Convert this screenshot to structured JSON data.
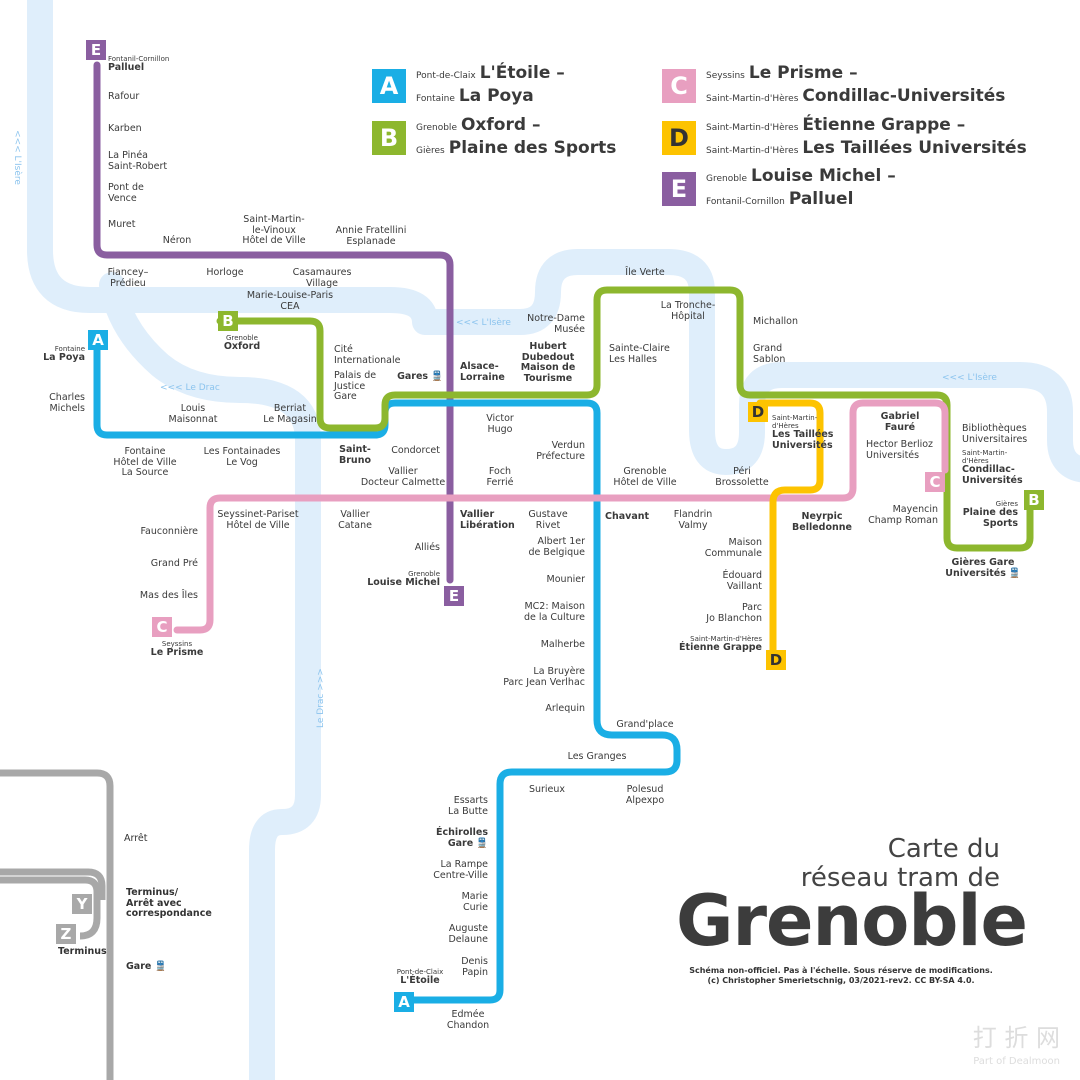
{
  "colors": {
    "A": "#1aaee5",
    "B": "#8db72e",
    "C": "#e89fc0",
    "D": "#fdc300",
    "E": "#8a5ea0",
    "river": "#dfeefb",
    "legend_gray": "#a8a8a8"
  },
  "legend": [
    {
      "letter": "A",
      "from_city": "Pont-de-Claix",
      "from": "L'Étoile –",
      "to_city": "Fontaine",
      "to": "La Poya"
    },
    {
      "letter": "B",
      "from_city": "Grenoble",
      "from": "Oxford –",
      "to_city": "Gières",
      "to": "Plaine des Sports"
    },
    {
      "letter": "C",
      "from_city": "Seyssins",
      "from": "Le Prisme –",
      "to_city": "Saint-Martin-d'Hères",
      "to": "Condillac-Universités"
    },
    {
      "letter": "D",
      "from_city": "Saint-Martin-d'Hères",
      "from": "Étienne Grappe –",
      "to_city": "Saint-Martin-d'Hères",
      "to": "Les Taillées Universités"
    },
    {
      "letter": "E",
      "from_city": "Grenoble",
      "from": "Louise Michel –",
      "to_city": "Fontanil-Cornillon",
      "to": "Palluel"
    }
  ],
  "stations": {
    "palluel": {
      "city": "Fontanil-Cornillon",
      "name": "Palluel"
    },
    "rafour": {
      "name": "Rafour"
    },
    "karben": {
      "name": "Karben"
    },
    "la_pinea": {
      "name": "La Pinéa\nSaint-Robert"
    },
    "pont_de_vence": {
      "name": "Pont de\nVence"
    },
    "muret": {
      "name": "Muret"
    },
    "fiancey": {
      "name": "Fiancey–\nPrédieu"
    },
    "neron": {
      "name": "Néron"
    },
    "horloge": {
      "name": "Horloge"
    },
    "smlv": {
      "name": "Saint-Martin-\nle-Vinoux\nHôtel de Ville"
    },
    "casamaures": {
      "name": "Casamaures\nVillage"
    },
    "annie": {
      "name": "Annie Fratellini\nEsplanade"
    },
    "alsace_lorraine": {
      "name": "Alsace-\nLorraine"
    },
    "condorcet": {
      "name": "Condorcet"
    },
    "vallier_liberation": {
      "name": "Vallier\nLibération"
    },
    "allies": {
      "name": "Alliés"
    },
    "louise_michel": {
      "city": "Grenoble",
      "name": "Louise Michel"
    },
    "la_poya": {
      "city": "Fontaine",
      "name": "La Poya"
    },
    "charles_michels": {
      "name": "Charles\nMichels"
    },
    "fontaine_hdv": {
      "name": "Fontaine\nHôtel de Ville\nLa Source"
    },
    "louis_maisonnat": {
      "name": "Louis\nMaisonnat"
    },
    "fontainades": {
      "name": "Les Fontainades\nLe Vog"
    },
    "berriat": {
      "name": "Berriat\nLe Magasin"
    },
    "gares": {
      "name": "Gares"
    },
    "victor_hugo": {
      "name": "Victor\nHugo"
    },
    "verdun": {
      "name": "Verdun\nPréfecture"
    },
    "chavant": {
      "name": "Chavant"
    },
    "albert": {
      "name": "Albert 1er\nde Belgique"
    },
    "mounier": {
      "name": "Mounier"
    },
    "mc2": {
      "name": "MC2: Maison\nde la Culture"
    },
    "malherbe": {
      "name": "Malherbe"
    },
    "la_bruyere": {
      "name": "La Bruyère\nParc Jean Verlhac"
    },
    "arlequin": {
      "name": "Arlequin"
    },
    "grand_place": {
      "name": "Grand'place"
    },
    "les_granges": {
      "name": "Les Granges"
    },
    "surieux": {
      "name": "Surieux"
    },
    "polesud": {
      "name": "Polesud\nAlpexpo"
    },
    "essarts": {
      "name": "Essarts\nLa Butte"
    },
    "echirolles_gare": {
      "name": "Échirolles\nGare"
    },
    "la_rampe": {
      "name": "La Rampe\nCentre-Ville"
    },
    "marie_curie": {
      "name": "Marie\nCurie"
    },
    "auguste_delaune": {
      "name": "Auguste\nDelaune"
    },
    "denis_papin": {
      "name": "Denis\nPapin"
    },
    "etoile": {
      "city": "Pont-de-Claix",
      "name": "L'Étoile"
    },
    "edmee": {
      "name": "Edmée\nChandon"
    },
    "oxford": {
      "city": "Grenoble",
      "name": "Oxford"
    },
    "mlp": {
      "name": "Marie-Louise-Paris\nCEA"
    },
    "cite_int": {
      "name": "Cité\nInternationale"
    },
    "palais_justice": {
      "name": "Palais de\nJustice\nGare"
    },
    "saint_bruno": {
      "name": "Saint-\nBruno"
    },
    "hubert_dubedout": {
      "name": "Hubert\nDubedout\nMaison de\nTourisme"
    },
    "sainte_claire": {
      "name": "Sainte-Claire\nLes Halles"
    },
    "notre_dame": {
      "name": "Notre-Dame\nMusée"
    },
    "ile_verte": {
      "name": "Île Verte"
    },
    "la_tronche": {
      "name": "La Tronche-\nHôpital"
    },
    "michallon": {
      "name": "Michallon"
    },
    "grand_sablon": {
      "name": "Grand\nSablon"
    },
    "gabriel_faure": {
      "name": "Gabriel\nFauré"
    },
    "bibliotheques": {
      "name": "Bibliothèques\nUniversitaires"
    },
    "mayencin": {
      "name": "Mayencin\nChamp Roman"
    },
    "plaine_sports": {
      "city": "Gières",
      "name": "Plaine des\nSports"
    },
    "gieres_gare": {
      "name": "Gières Gare\nUniversités"
    },
    "le_prisme": {
      "city": "Seyssins",
      "name": "Le Prisme"
    },
    "mas_des_iles": {
      "name": "Mas des Îles"
    },
    "grand_pre": {
      "name": "Grand Pré"
    },
    "fauconniere": {
      "name": "Fauconnière"
    },
    "seyssinet": {
      "name": "Seyssinet-Pariset\nHôtel de Ville"
    },
    "vallier_catane": {
      "name": "Vallier\nCatane"
    },
    "vallier_calmette": {
      "name": "Vallier\nDocteur Calmette"
    },
    "foch": {
      "name": "Foch\nFerrié"
    },
    "gustave_rivet": {
      "name": "Gustave\nRivet"
    },
    "grenoble_hdv": {
      "name": "Grenoble\nHôtel de Ville"
    },
    "flandrin": {
      "name": "Flandrin\nValmy"
    },
    "peri": {
      "name": "Péri\nBrossolette"
    },
    "neyrpic": {
      "name": "Neyrpic\nBelledonne"
    },
    "hector_berlioz": {
      "name": "Hector Berlioz\nUniversités"
    },
    "condillac": {
      "city": "Saint-Martin-\nd'Hères",
      "name": "Condillac-\nUniversités"
    },
    "les_taillees": {
      "city": "Saint-Martin-\nd'Hères",
      "name": "Les Taillées\nUniversités"
    },
    "maison_communale": {
      "name": "Maison\nCommunale"
    },
    "edouard_vaillant": {
      "name": "Édouard\nVaillant"
    },
    "parc_jo_blanchon": {
      "name": "Parc\nJo Blanchon"
    },
    "etienne_grappe": {
      "city": "Saint-Martin-d'Hères",
      "name": "Étienne Grappe"
    }
  },
  "rivers": {
    "isere1": "<<< L'Isère",
    "isere2": "<<< L'Isère",
    "isere3": "<<< L'Isère",
    "drac1": "<<< Le Drac",
    "drac2": "Le Drac >>>"
  },
  "key": {
    "stop": "Arrêt",
    "terminus_transfer": "Terminus/\nArrêt avec\ncorrespondance",
    "terminus": "Terminus",
    "station": "Gare",
    "y": "Y",
    "z": "Z",
    "train_icon": "🚆"
  },
  "title": {
    "line1": "Carte du",
    "line2": "réseau tram de",
    "city": "Grenoble",
    "note1": "Schéma non-officiel. Pas à l'échelle. Sous réserve de modifications.",
    "note2": "(c) Christopher Smerietschnig, 03/2021-rev2. CC BY-SA 4.0."
  },
  "watermark": {
    "cn": "打 折 网",
    "en": "Part of Dealmoon"
  }
}
